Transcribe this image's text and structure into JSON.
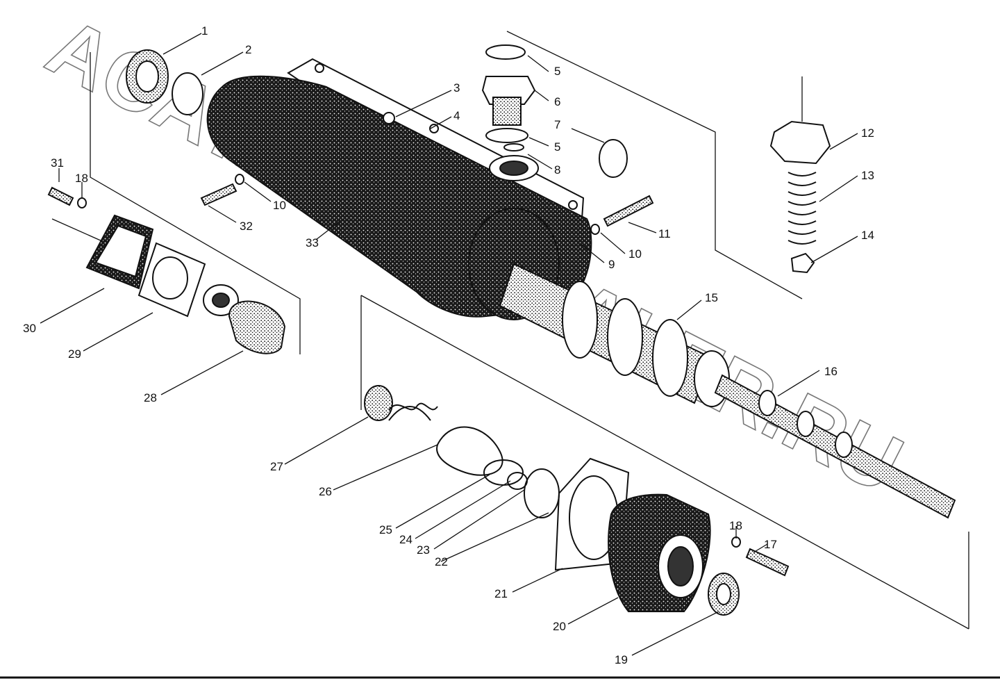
{
  "watermark": "ACAT.AUTODEALER.RU",
  "callouts": [
    {
      "id": "1",
      "text": "1"
    },
    {
      "id": "2",
      "text": "2"
    },
    {
      "id": "3",
      "text": "3"
    },
    {
      "id": "4",
      "text": "4"
    },
    {
      "id": "5a",
      "text": "5"
    },
    {
      "id": "6",
      "text": "6"
    },
    {
      "id": "7",
      "text": "7"
    },
    {
      "id": "5b",
      "text": "5"
    },
    {
      "id": "8",
      "text": "8"
    },
    {
      "id": "9",
      "text": "9"
    },
    {
      "id": "10a",
      "text": "10"
    },
    {
      "id": "10b",
      "text": "10"
    },
    {
      "id": "11",
      "text": "11"
    },
    {
      "id": "12",
      "text": "12"
    },
    {
      "id": "13",
      "text": "13"
    },
    {
      "id": "14",
      "text": "14"
    },
    {
      "id": "15",
      "text": "15"
    },
    {
      "id": "16",
      "text": "16"
    },
    {
      "id": "17",
      "text": "17"
    },
    {
      "id": "18a",
      "text": "18"
    },
    {
      "id": "18b",
      "text": "18"
    },
    {
      "id": "19",
      "text": "19"
    },
    {
      "id": "20",
      "text": "20"
    },
    {
      "id": "21",
      "text": "21"
    },
    {
      "id": "22",
      "text": "22"
    },
    {
      "id": "23",
      "text": "23"
    },
    {
      "id": "24",
      "text": "24"
    },
    {
      "id": "25",
      "text": "25"
    },
    {
      "id": "26",
      "text": "26"
    },
    {
      "id": "27",
      "text": "27"
    },
    {
      "id": "28",
      "text": "28"
    },
    {
      "id": "29",
      "text": "29"
    },
    {
      "id": "30",
      "text": "30"
    },
    {
      "id": "31",
      "text": "31"
    },
    {
      "id": "32",
      "text": "32"
    },
    {
      "id": "33",
      "text": "33"
    }
  ]
}
